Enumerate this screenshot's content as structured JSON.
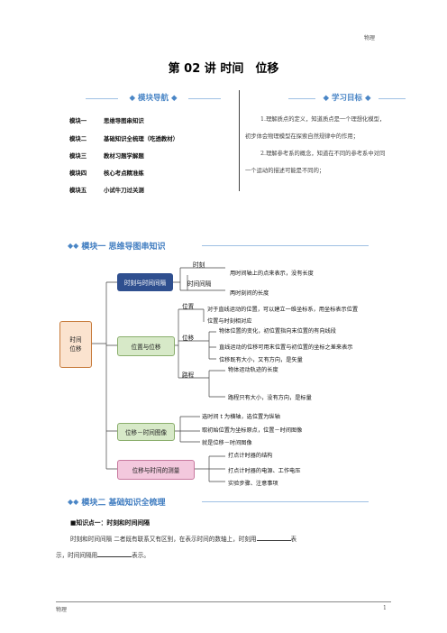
{
  "header": {
    "subject": "物理"
  },
  "footer": {
    "subject": "物理",
    "page_number": "1"
  },
  "title": "第 02 讲  时间　位移",
  "nav": {
    "banner": "模块导航",
    "modules": [
      {
        "num": "模块一",
        "name": "思维导图串知识"
      },
      {
        "num": "模块二",
        "name": "基础知识全梳理（吃透教材）"
      },
      {
        "num": "模块三",
        "name": "教材习题学解题"
      },
      {
        "num": "模块四",
        "name": "核心考点精准练"
      },
      {
        "num": "模块五",
        "name": "小试牛刀过关测"
      }
    ]
  },
  "goals": {
    "banner": "学习目标",
    "lines": [
      "1.理解质点的定义，知道质点是一个理想化模型，",
      "初步体会物理模型在探索自然规律中的作用；",
      "2.理解参考系的概念，知道在不同的参考系中对同",
      "一个运动的描述可能是不同的；"
    ]
  },
  "section1": {
    "heading": "模块一  思维导图串知识"
  },
  "mindmap": {
    "root": "时间\n位移",
    "branch1": {
      "label": "时刻与时间间隔",
      "sub1": "时刻",
      "sub1_desc": "用时间轴上的点来表示，没有长度",
      "sub2": "时间间隔",
      "sub2_desc": "两时刻间的长度"
    },
    "branch2": {
      "label": "位置与位移",
      "pos": "位置",
      "pos_desc1": "对于直线运动的位置，可以建立一维坐标系，用坐标表示位置",
      "pos_desc2": "位置与时刻相对应",
      "disp": "位移",
      "disp_desc1": "物体位置的变化，初位置指向末位置的有向线段",
      "disp_desc2": "直线运动的位移可用末位置与初位置的坐标之差来表示",
      "disp_desc3": "位移既有大小，又有方向，是矢量",
      "path": "路程",
      "path_desc1": "物体运动轨迹的长度",
      "path_desc2": "路程只有大小，没有方向，是标量"
    },
    "branch3": {
      "label": "位移－时间图像",
      "d1": "选时间 t 为横轴，选位置为纵轴",
      "d2": "取初始位置为坐标原点，位置－时间图像",
      "d3": "就是位移－时间图像"
    },
    "branch4": {
      "label": "位移与时间的测量",
      "d1": "打点计时器的结构",
      "d2": "打点计时器的电源、工作电压",
      "d3": "实验步骤、注意事项"
    }
  },
  "section2": {
    "heading": "模块二  基础知识全梳理"
  },
  "knowledge": {
    "point_title": "■知识点一：时刻和时间间隔",
    "para_line1_a": "时刻和时间间隔  二者既有联系又有区别，在表示时间的数轴上，时刻用",
    "para_line1_b": "表",
    "para_line2_a": "示，时间间隔用",
    "para_line2_b": "表示。"
  },
  "colors": {
    "accent": "#4a86c6",
    "branch_fill": "#d7e9c8",
    "branch_blue": "#2f4f8f",
    "branch_pink": "#f3c8dd",
    "root_fill": "#fbe3cf",
    "line_color": "#444444"
  }
}
